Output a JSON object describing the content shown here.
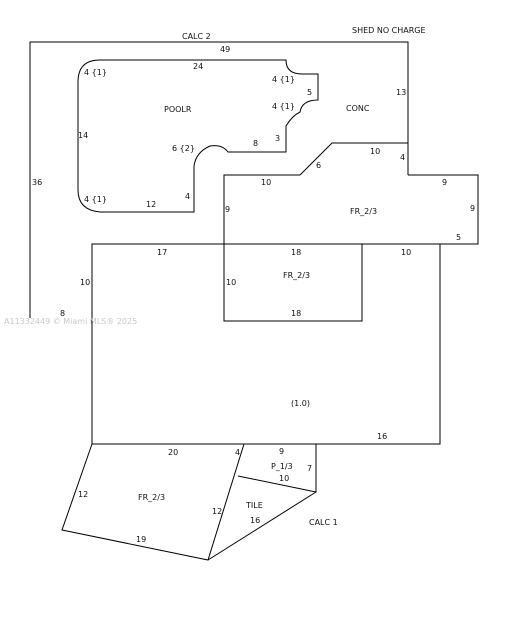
{
  "labels": {
    "calc2": "CALC 2",
    "shed": "SHED NO CHARGE",
    "poolr": "POOLR",
    "conc": "CONC",
    "fr_upper_right": "FR_2/3",
    "fr_middle": "FR_2/3",
    "main_area": "(1.0)",
    "fr_lower_left": "FR_2/3",
    "p13": "P_1/3",
    "tile": "TILE",
    "calc1": "CALC  1",
    "watermark": "A11332449 © Miami MLS® 2025"
  },
  "dims": {
    "calc2_top": "49",
    "calc2_right": "13",
    "calc2_left": "36",
    "calc2_bottom": "8",
    "pool_top": "24",
    "pool_left": "14",
    "pool_corner_tl": "4 {1}",
    "pool_corner_tr1": "4 {1}",
    "pool_corner_tr2": "4 {1}",
    "pool_corner_bl": "4 {1}",
    "pool_bump": "5",
    "pool_right_low": "3",
    "pool_notch_top": "8",
    "pool_notch_arc": "6 {2}",
    "pool_notch_side": "4",
    "pool_bottom": "12",
    "conc_top": "10",
    "conc_right": "4",
    "conc_diag": "6",
    "fr_top_left": "10",
    "fr_top_right": "9",
    "fr_right": "9",
    "fr_right_step": "5",
    "fr_left": "9",
    "mid_top": "18",
    "mid_left": "10",
    "mid_bottom": "18",
    "main_top_left": "17",
    "main_top_right": "10",
    "main_left": "10",
    "main_bottom": "16",
    "lower_top": "20",
    "lower_left": "12",
    "lower_bottom": "19",
    "lower_diag": "12",
    "small_side": "4",
    "p13_top": "9",
    "p13_right": "7",
    "p13_bottom": "10",
    "tile_bottom": "16"
  }
}
